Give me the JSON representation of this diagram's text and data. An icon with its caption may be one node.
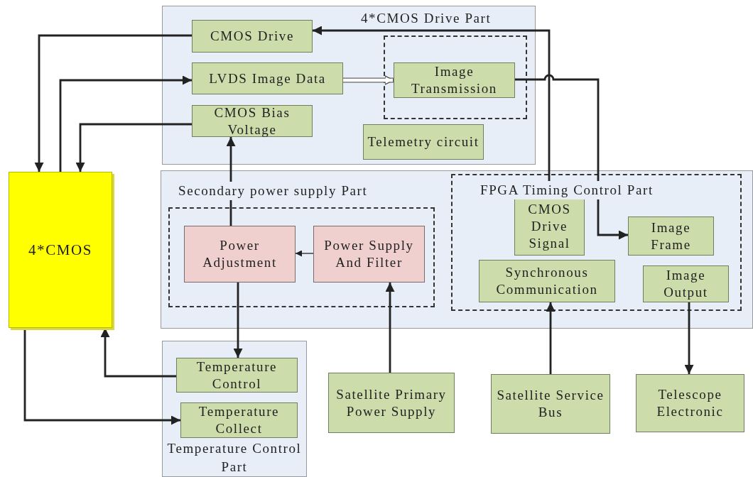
{
  "diagram": {
    "nodes": [
      {
        "text": [
          "4*CMOS Drive Part"
        ]
      },
      {
        "text": [
          "CMOS Drive"
        ],
        "in": 0
      },
      {
        "text": [
          "LVDS Image Data"
        ],
        "in": 0
      },
      {
        "text": [],
        "shape": "box",
        "in": 0
      },
      {
        "text": [
          "Image Transmission"
        ],
        "in": 3
      },
      {
        "text": [
          "CMOS Bias Voltage"
        ],
        "in": 0
      },
      {
        "text": [
          "Telemetry circuit"
        ],
        "in": 0
      },
      {
        "text": [
          "4*CMOS"
        ]
      },
      {
        "text": [
          "Secondary power supply Part"
        ]
      },
      {
        "text": [],
        "shape": "box",
        "in": 8
      },
      {
        "text": [
          "Power Adjustment"
        ],
        "in": 9
      },
      {
        "text": [
          "Power Supply And Filter"
        ],
        "in": 9
      },
      {
        "text": [
          "FPGA Timing Control Part"
        ],
        "in": 8
      },
      {
        "text": [
          "CMOS Drive Signal"
        ],
        "in": 12
      },
      {
        "text": [
          "Image Frame"
        ],
        "in": 12
      },
      {
        "text": [
          "Synchronous Communication"
        ],
        "in": 12
      },
      {
        "text": [
          "Image Output"
        ],
        "in": 12
      },
      {
        "text": [
          "Temperature Control Part"
        ]
      },
      {
        "text": [
          "Temperature Control"
        ],
        "in": 17
      },
      {
        "text": [
          "Temperature Collect"
        ],
        "in": 17
      },
      {
        "text": [
          "Satellite Primary Power Supply"
        ]
      },
      {
        "text": [
          "Satellite Service Bus"
        ]
      },
      {
        "text": [
          "Telescope Electronic"
        ]
      }
    ],
    "edges": [
      {
        "from": 1,
        "to": 7,
        "arrow": "to"
      },
      {
        "from": 7,
        "to": 2,
        "arrow": "to"
      },
      {
        "from": 5,
        "to": 7,
        "arrow": "to"
      },
      {
        "from": 2,
        "to": 4,
        "arrow": "to",
        "style": "thick"
      },
      {
        "from": 13,
        "to": 1,
        "arrow": "to"
      },
      {
        "from": 4,
        "to": 14,
        "arrow": "to"
      },
      {
        "from": 10,
        "to": 5,
        "arrow": "to"
      },
      {
        "from": 11,
        "to": 10,
        "arrow": "to"
      },
      {
        "from": 10,
        "to": 18,
        "arrow": "to"
      },
      {
        "from": 18,
        "to": 7,
        "arrow": "to"
      },
      {
        "from": 7,
        "to": 19,
        "arrow": "to"
      },
      {
        "from": 20,
        "to": 11,
        "arrow": "to"
      },
      {
        "from": 21,
        "to": 15,
        "arrow": "to"
      },
      {
        "from": 16,
        "to": 22,
        "arrow": "to"
      }
    ]
  }
}
